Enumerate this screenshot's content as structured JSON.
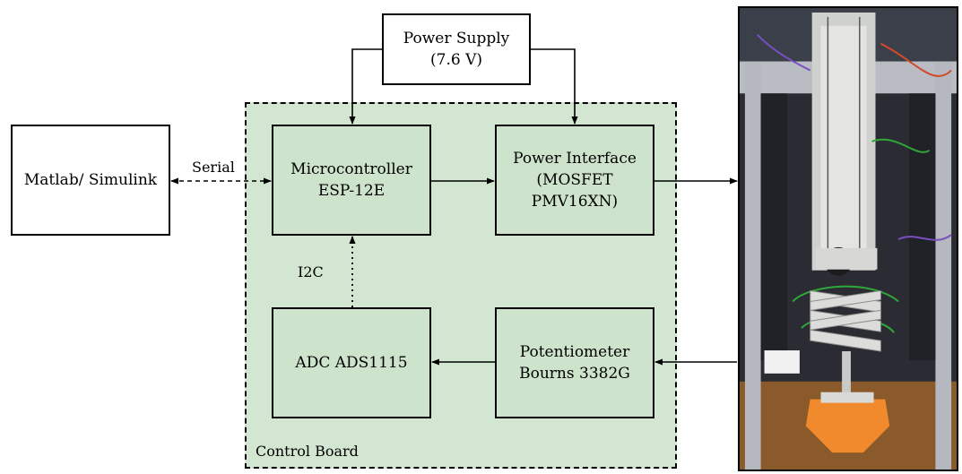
{
  "board_label": "Control Board",
  "blocks": {
    "power_supply": {
      "line1": "Power Supply",
      "line2": "(7.6 V)"
    },
    "matlab": {
      "line1": "Matlab/ Simulink"
    },
    "microcontroller": {
      "line1": "Microcontroller",
      "line2": "ESP-12E"
    },
    "power_interface": {
      "line1": "Power Interface",
      "line2": "(MOSFET",
      "line3": "PMV16XN)"
    },
    "adc": {
      "line1": "ADC ADS1115"
    },
    "potentiometer": {
      "line1": "Potentiometer",
      "line2": "Bourns 3382G"
    }
  },
  "connections": {
    "serial_label": "Serial",
    "i2c_label": "I2C"
  },
  "colors": {
    "board_fill": "#d3e6d1",
    "block_fill": "#cde3cc",
    "line": "#000000"
  }
}
